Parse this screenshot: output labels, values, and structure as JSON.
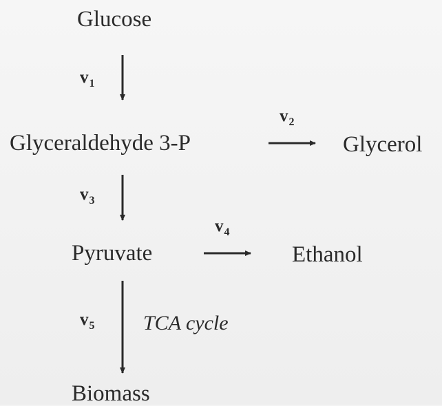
{
  "nodes": {
    "glucose": "Glucose",
    "g3p": "Glyceraldehyde 3-P",
    "glycerol": "Glycerol",
    "pyruvate": "Pyruvate",
    "ethanol": "Ethanol",
    "biomass": "Biomass"
  },
  "fluxes": {
    "v1": {
      "symbol": "v",
      "index": "1"
    },
    "v2": {
      "symbol": "v",
      "index": "2"
    },
    "v3": {
      "symbol": "v",
      "index": "3"
    },
    "v4": {
      "symbol": "v",
      "index": "4"
    },
    "v5": {
      "symbol": "v",
      "index": "5"
    }
  },
  "annotations": {
    "tca": "TCA cycle"
  },
  "colors": {
    "ink": "#2a2a2a",
    "background": "#f3f3f3"
  }
}
